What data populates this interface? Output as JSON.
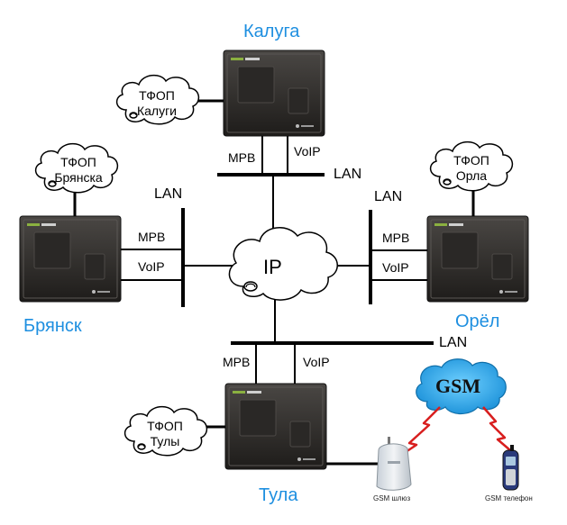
{
  "cities": {
    "kaluga": "Калуга",
    "bryansk": "Брянск",
    "orel": "Орёл",
    "tula": "Тула"
  },
  "clouds": {
    "kaluga": [
      "ТФОП",
      "Калуги"
    ],
    "bryansk": [
      "ТФОП",
      "Брянска"
    ],
    "orel": [
      "ТФОП",
      "Орла"
    ],
    "tula": [
      "ТФОП",
      "Тулы"
    ]
  },
  "links": {
    "mrv": "МРВ",
    "voip": "VoIP",
    "lan": "LAN"
  },
  "ip": "IP",
  "gsm": {
    "cloud": "GSM",
    "gateway": "GSM шлюз",
    "phone": "GSM телефон"
  },
  "colors": {
    "city": "#1e8fe0",
    "gsm_cloud": "#1aa0e8",
    "lightning": "#d81e1e"
  }
}
